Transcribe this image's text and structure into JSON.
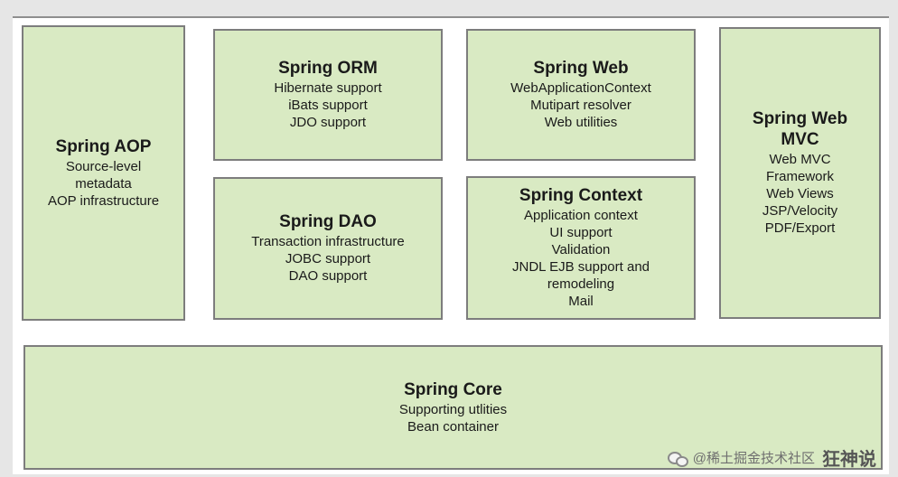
{
  "modules": {
    "aop": {
      "title": "Spring AOP",
      "lines": [
        "Source-level",
        "metadata",
        "AOP infrastructure"
      ]
    },
    "orm": {
      "title": "Spring ORM",
      "lines": [
        "Hibernate support",
        "iBats support",
        "JDO support"
      ]
    },
    "web": {
      "title": "Spring Web",
      "lines": [
        "WebApplicationContext",
        "Mutipart resolver",
        "Web utilities"
      ]
    },
    "webmvc": {
      "title_line1": "Spring Web",
      "title_line2": "MVC",
      "lines": [
        "Web MVC",
        "Framework",
        "Web Views",
        "JSP/Velocity",
        "PDF/Export"
      ]
    },
    "dao": {
      "title": "Spring DAO",
      "lines": [
        "Transaction infrastructure",
        "JOBC support",
        "DAO support"
      ]
    },
    "context": {
      "title": "Spring Context",
      "lines": [
        "Application context",
        "UI support",
        "Validation",
        "JNDL EJB support and",
        "remodeling",
        "Mail"
      ]
    },
    "core": {
      "title": "Spring Core",
      "lines": [
        "Supporting utlities",
        "Bean container"
      ]
    }
  },
  "watermark": {
    "handle": "@稀土掘金技术社区",
    "name": "狂神说"
  }
}
